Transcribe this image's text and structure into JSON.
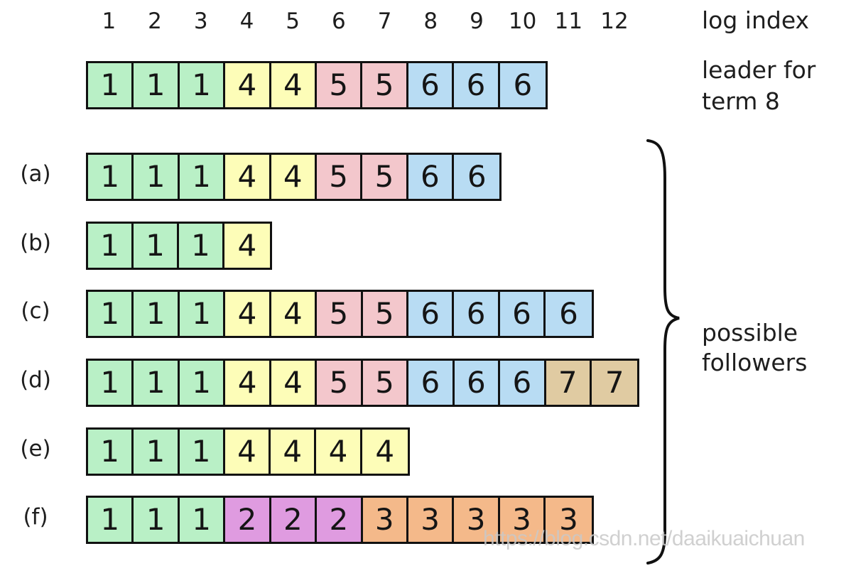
{
  "diagram": {
    "index_header_label": "log index",
    "log_indices": [
      "1",
      "2",
      "3",
      "4",
      "5",
      "6",
      "7",
      "8",
      "9",
      "10",
      "11",
      "12"
    ],
    "leader": {
      "label_line1": "leader for",
      "label_line2": "term 8",
      "entries": [
        1,
        1,
        1,
        4,
        4,
        5,
        5,
        6,
        6,
        6
      ]
    },
    "followers_label_line1": "possible",
    "followers_label_line2": "followers",
    "followers": [
      {
        "label": "(a)",
        "entries": [
          1,
          1,
          1,
          4,
          4,
          5,
          5,
          6,
          6
        ]
      },
      {
        "label": "(b)",
        "entries": [
          1,
          1,
          1,
          4
        ]
      },
      {
        "label": "(c)",
        "entries": [
          1,
          1,
          1,
          4,
          4,
          5,
          5,
          6,
          6,
          6,
          6
        ]
      },
      {
        "label": "(d)",
        "entries": [
          1,
          1,
          1,
          4,
          4,
          5,
          5,
          6,
          6,
          6,
          7,
          7
        ]
      },
      {
        "label": "(e)",
        "entries": [
          1,
          1,
          1,
          4,
          4,
          4,
          4
        ]
      },
      {
        "label": "(f)",
        "entries": [
          1,
          1,
          1,
          2,
          2,
          2,
          3,
          3,
          3,
          3,
          3
        ]
      }
    ],
    "term_colors": {
      "1": "#b9f0c6",
      "2": "#df9be0",
      "3": "#f4b98a",
      "4": "#fdfdb8",
      "5": "#f3c7cc",
      "6": "#b8dcf3",
      "7": "#e0cba2"
    },
    "watermark": "https://blog.csdn.net/daaikuaichuan"
  }
}
